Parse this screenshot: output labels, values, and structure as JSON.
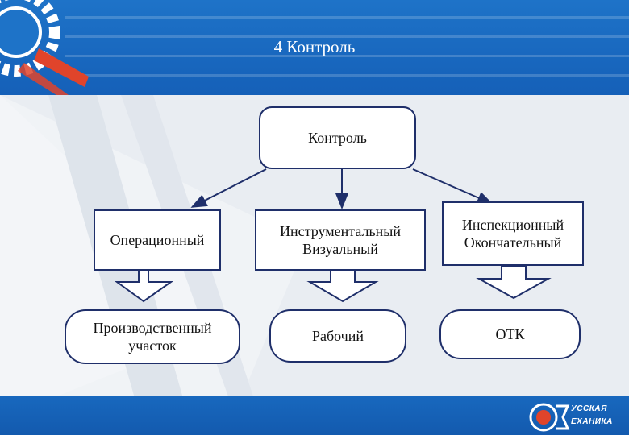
{
  "slide": {
    "title": "4 Контроль"
  },
  "diagram": {
    "root": {
      "label": "Контроль"
    },
    "types": [
      {
        "line1": "Операционный",
        "line2": ""
      },
      {
        "line1": "Инструментальный",
        "line2": "Визуальный"
      },
      {
        "line1": "Инспекционный",
        "line2": "Окончательный"
      }
    ],
    "places": [
      {
        "line1": "Производственный",
        "line2": "участок"
      },
      {
        "line1": "Рабочий",
        "line2": ""
      },
      {
        "line1": "ОТК",
        "line2": ""
      }
    ]
  },
  "logo": {
    "line1": "УССКАЯ",
    "line2": "ЕХАНИКА"
  },
  "colors": {
    "header_blue": "#1e73c8",
    "accent_red": "#e0442b",
    "box_border": "#1f2f6a"
  }
}
